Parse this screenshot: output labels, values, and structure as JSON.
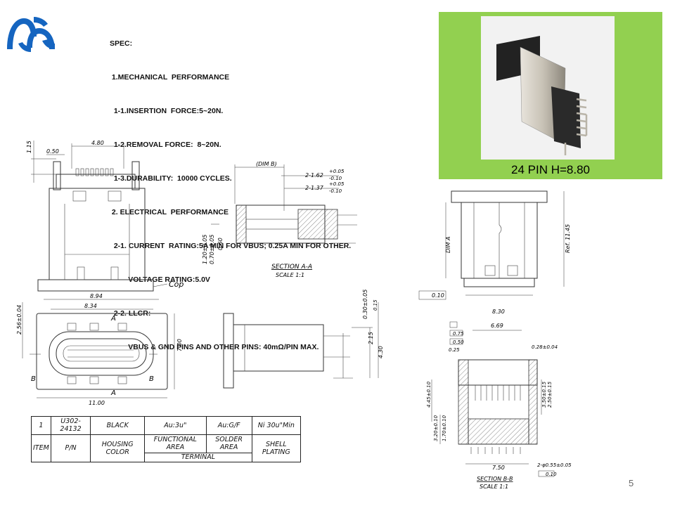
{
  "logo": {
    "name": "blue-logo-icon",
    "color": "#1565c0"
  },
  "spec": {
    "lines": [
      "SPEC:",
      " 1.MECHANICAL  PERFORMANCE",
      "  1-1.INSERTION  FORCE:5~20N.",
      "  1-2.REMOVAL FORCE:  8~20N.",
      "  1-3.DURABILITY:  10000 CYCLES.",
      " 2. ELECTRICAL  PERFORMANCE",
      "  2-1. CURRENT  RATING:5A MIN FOR VBUS; 0.25A MIN FOR OTHER.",
      "         VOLTAGE RATING:5.0V",
      "  2-2. LLCR:",
      "         VBUS & GND PINS AND OTHER PINS: 40mΩ/PIN MAX."
    ]
  },
  "photo": {
    "caption": "24 PIN H=8.80",
    "panel_color": "#92d050"
  },
  "drawings": {
    "top_left": {
      "dims": [
        "1.15",
        "0.50",
        "4.80"
      ],
      "note": "Cop"
    },
    "footprint": {
      "dims": [
        "8.94",
        "8.34",
        "2.56±0.04",
        "7.00",
        "11.00"
      ],
      "marks": [
        "A",
        "A",
        "B",
        "B"
      ]
    },
    "section_aa": {
      "dims": [
        "(DIM B)",
        "2-1.62",
        "+0.05",
        "-0.10",
        "2-1.37",
        "+0.05",
        "-0.10",
        "1.20±0.05",
        "0.70±0.05",
        "0.60"
      ],
      "title": "SECTION A-A",
      "scale": "SCALE 1:1"
    },
    "side_view": {
      "dims": [
        "0.30±0.05",
        "0.15",
        "2.15",
        "4.30"
      ]
    },
    "front_right": {
      "dims": [
        "DIM A",
        "Ref. 11.45",
        "0.10",
        "8.30"
      ]
    },
    "section_bb": {
      "dims": [
        "6.69",
        "0.75",
        "0.50",
        "0.25",
        "0.28±0.04",
        "4.45±0.10",
        "3.50±0.15",
        "2.50±0.15",
        "3.20±0.10",
        "1.70±0.10",
        "7.50",
        "2-φ0.55±0.05",
        "0.10"
      ],
      "title": "SECTION B-B",
      "scale": "SCALE 1:1"
    }
  },
  "bom": {
    "row1": {
      "item": "1",
      "pn": "U302-24132",
      "color": "BLACK",
      "func": "Au:3u\"",
      "solder": "Au:G/F",
      "shell": "Ni  30u\"Min"
    },
    "hdr": {
      "item": "ITEM",
      "pn": "P/N",
      "color": "HOUSING COLOR",
      "func": "FUNCTIONAL AREA",
      "solder": "SOLDER AREA",
      "shell": "SHELL PLATING",
      "terminal": "TERMINAL"
    }
  },
  "page_number": "5"
}
